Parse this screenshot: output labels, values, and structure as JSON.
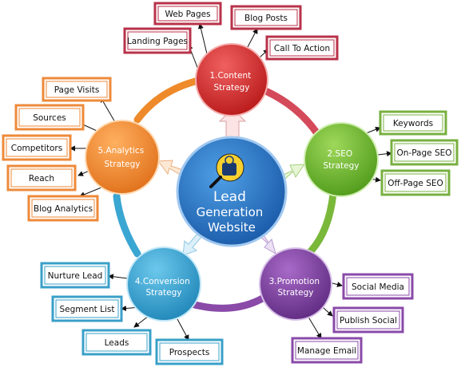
{
  "center": {
    "lines": [
      "Lead",
      "Generation",
      "Website"
    ]
  },
  "nodes": {
    "content": {
      "lines": [
        "1.Content",
        "Strategy"
      ],
      "color": "#d42a2a"
    },
    "seo": {
      "lines": [
        "2.SEO",
        "Strategy"
      ],
      "color": "#6fb62c"
    },
    "promotion": {
      "lines": [
        "3.Promotion",
        "Strategy"
      ],
      "color": "#7a3c9a"
    },
    "conversion": {
      "lines": [
        "4.Conversion",
        "Strategy"
      ],
      "color": "#3aa6d2"
    },
    "analytics": {
      "lines": [
        "5.Analytics",
        "Strategy"
      ],
      "color": "#ee8a2a"
    }
  },
  "boxes": {
    "content": [
      "Web Pages",
      "Blog Posts",
      "Landing Pages",
      "Call To Action"
    ],
    "seo": [
      "Keywords",
      "On-Page SEO",
      "Off-Page SEO"
    ],
    "promotion": [
      "Social Media",
      "Publish Social",
      "Manage Email"
    ],
    "conversion": [
      "Nurture Lead",
      "Segment List",
      "Leads",
      "Prospects"
    ],
    "analytics": [
      "Page Visits",
      "Sources",
      "Competitors",
      "Reach",
      "Blog Analytics"
    ]
  },
  "border_colors": {
    "content": "#b8324a",
    "seo": "#78b040",
    "promotion": "#8a4aa8",
    "conversion": "#3aa0c8",
    "analytics": "#ee8a3a"
  }
}
